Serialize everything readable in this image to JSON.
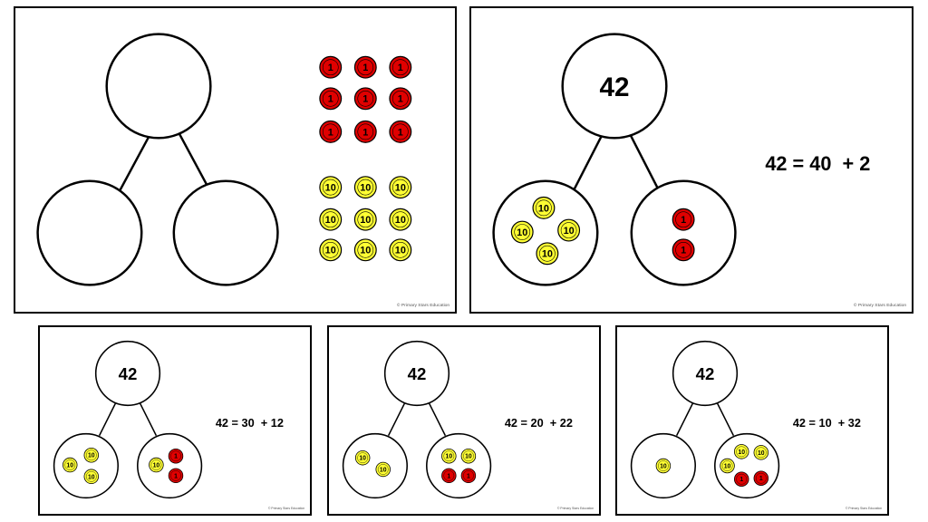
{
  "credit": "© Primary Stars Education",
  "colors": {
    "tens_counter": "#ffff33",
    "ones_counter": "#e00000",
    "outline": "#000000"
  },
  "slides": [
    {
      "whole": "",
      "equation": "",
      "tray": {
        "ones_label": "1",
        "tens_label": "10",
        "ones_count": 9,
        "tens_count": 9
      },
      "left": [],
      "right": []
    },
    {
      "whole": "42",
      "equation": "42 = 40  + 2",
      "left": [
        "10",
        "10",
        "10",
        "10"
      ],
      "right": [
        "1",
        "1"
      ]
    },
    {
      "whole": "42",
      "equation": "42 = 30  + 12",
      "left": [
        "10",
        "10",
        "10"
      ],
      "right": [
        "10",
        "1",
        "1"
      ]
    },
    {
      "whole": "42",
      "equation": "42 = 20  + 22",
      "left": [
        "10",
        "10"
      ],
      "right": [
        "10",
        "10",
        "1",
        "1"
      ]
    },
    {
      "whole": "42",
      "equation": "42 = 10  + 32",
      "left": [
        "10"
      ],
      "right": [
        "10",
        "10",
        "10",
        "1",
        "1"
      ]
    }
  ]
}
